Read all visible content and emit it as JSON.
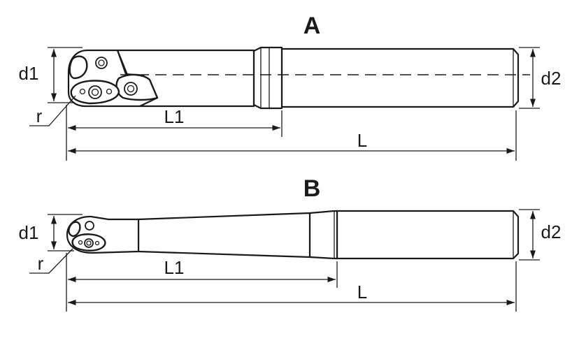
{
  "figures": [
    {
      "id": "A",
      "title": "A",
      "labels": {
        "d1": "d1",
        "d2": "d2",
        "r": "r",
        "L1": "L1",
        "L": "L"
      }
    },
    {
      "id": "B",
      "title": "B",
      "labels": {
        "d1": "d1",
        "d2": "d2",
        "r": "r",
        "L1": "L1",
        "L": "L"
      }
    }
  ],
  "colors": {
    "line": "#1a1a1a",
    "background": "#ffffff"
  }
}
